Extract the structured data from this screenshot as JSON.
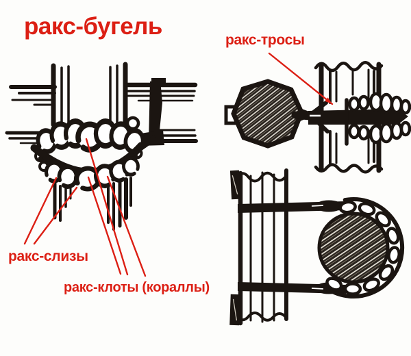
{
  "title": {
    "text": "ракс-бугель"
  },
  "labels": {
    "trosy": "ракс-тросы",
    "slizy": "ракс-слизы",
    "kloty": "ракс-клоты (кораллы)"
  },
  "colors": {
    "accent_red": "#dc1f14",
    "ink_black": "#1b1511",
    "background": "#fdfdfb"
  }
}
